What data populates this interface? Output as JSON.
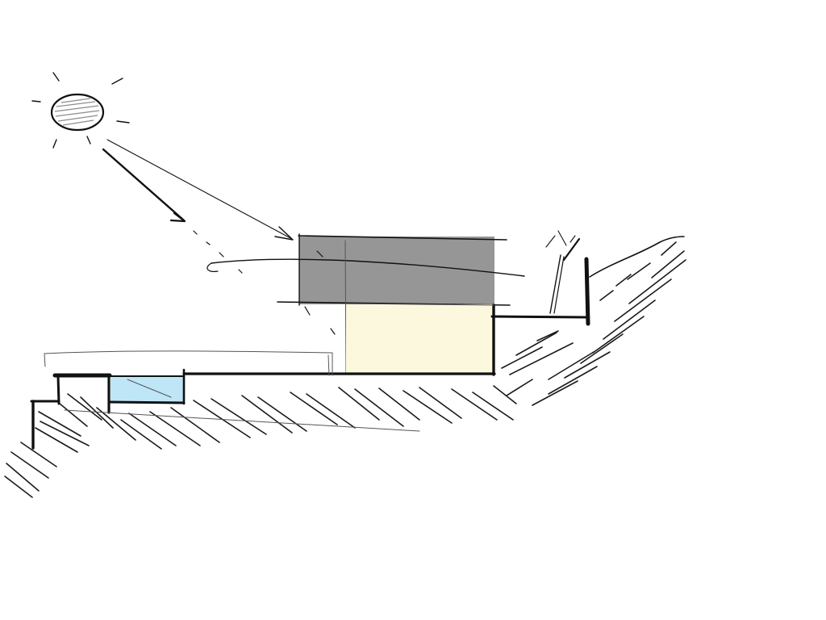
{
  "diagram": {
    "kind": "site-section-sketch",
    "colors": {
      "paper": "#ffffff",
      "ink": "#111111",
      "roof_overhang": "#969696",
      "building_volume": "#fbf8de",
      "pool_water": "#bfe6f7",
      "sun_fill": "#8c8c8c"
    },
    "elements": [
      "sun-icon",
      "sun-ray-arrow-thick",
      "sun-ray-arrow-thin",
      "roof-overhang",
      "building-volume",
      "pool",
      "terrace-slab",
      "retaining-wall",
      "tree",
      "hillside",
      "lower-step",
      "ground-hatching"
    ]
  }
}
